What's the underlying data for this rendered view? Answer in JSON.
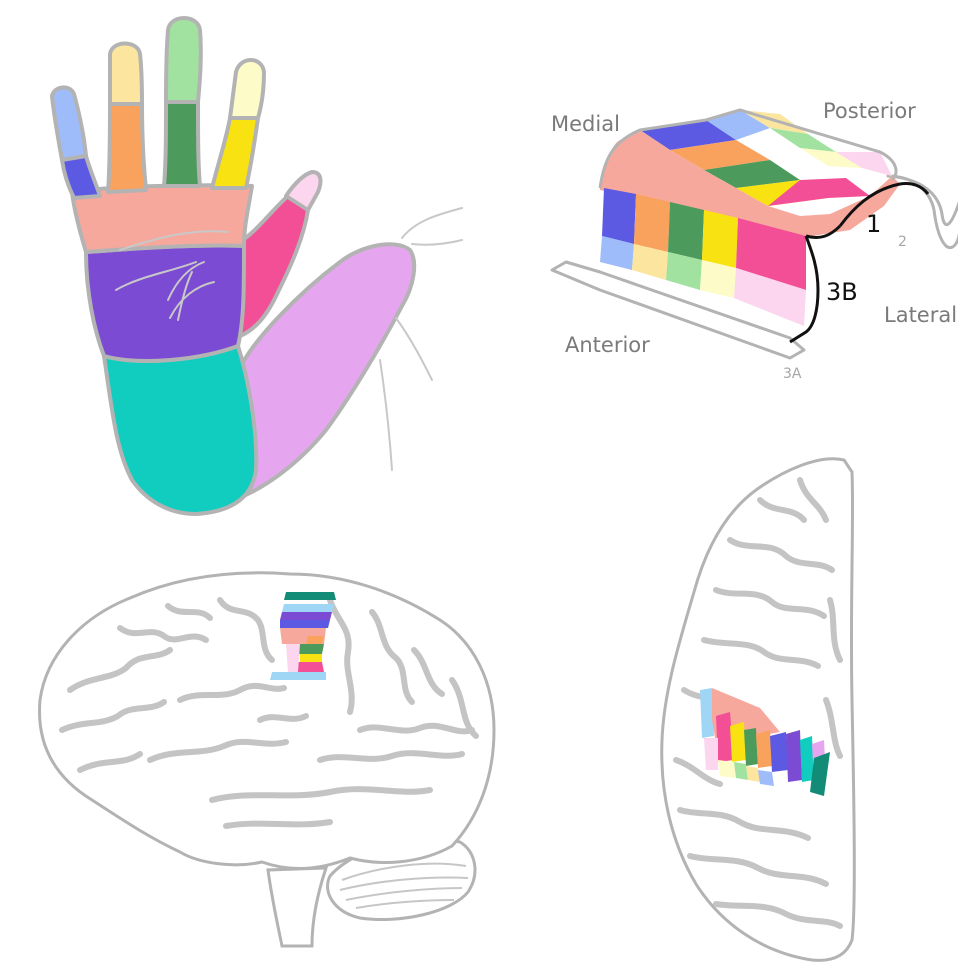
{
  "cortex_labels": {
    "medial": "Medial",
    "posterior": "Posterior",
    "anterior": "Anterior",
    "lateral": "Lateral",
    "area_1": "1",
    "area_2": "2",
    "area_3b": "3B",
    "area_3a": "3A"
  },
  "colors": {
    "outline": "#b3b3b3",
    "sulcus": "#c4c4c4",
    "palm_upper": "#f7a89c",
    "palm_lower": "#7c4bd3",
    "wrist": "#10cdbf",
    "forearm": "#e5a6ef",
    "thumb": "#f24f97",
    "thumb_tip": "#fbd6ee",
    "index_tip": "#fce59f",
    "index_base": "#f9a25d",
    "middle_tip": "#a1e2a1",
    "middle_base": "#4c9a5c",
    "ring_tip": "#fdfbc7",
    "ring_base": "#f8e211",
    "little_tip": "#9ebcf9",
    "little_base": "#5c5ae3",
    "strip_lightblue": "#9fd6f5",
    "strip_teal": "#128c77"
  }
}
